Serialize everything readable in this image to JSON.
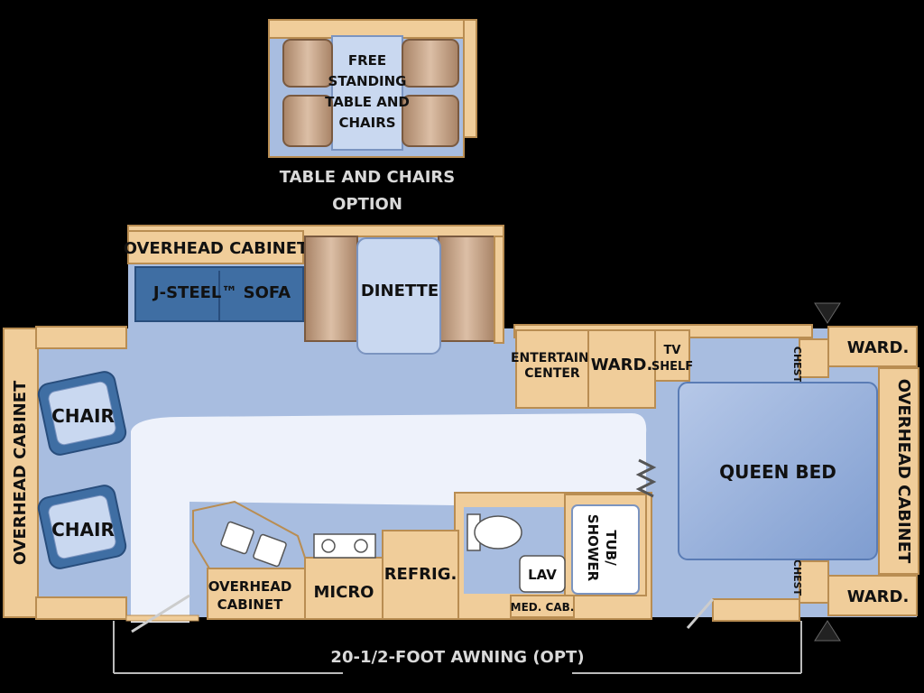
{
  "option": {
    "table_text": [
      "FREE",
      "STANDING",
      "TABLE AND",
      "CHAIRS"
    ],
    "caption": [
      "TABLE AND CHAIRS",
      "OPTION"
    ]
  },
  "labels": {
    "overhead_cabinet_top": "OVERHEAD CABINET",
    "sofa": "J-STEEL™ SOFA",
    "dinette": "DINETTE",
    "overhead_cabinet_left": "OVERHEAD CABINET",
    "chair_top": "CHAIR",
    "chair_bottom": "CHAIR",
    "entertain": [
      "ENTERTAIN.",
      "CENTER"
    ],
    "ward_mid": "WARD.",
    "tv_shelf": [
      "TV",
      "SHELF"
    ],
    "ward_top_right": "WARD.",
    "chest_top": "CHEST",
    "overhead_cabinet_right": "OVERHEAD CABINET",
    "queen_bed": "QUEEN BED",
    "chest_bottom": "CHEST",
    "ward_bottom_right": "WARD.",
    "tub_shower": [
      "TUB/",
      "SHOWER"
    ],
    "lav": "LAV",
    "med_cab": "MED. CAB.",
    "refrig": "REFRIG.",
    "micro": "MICRO",
    "overhead_cabinet_bottom": [
      "OVERHEAD",
      "CABINET"
    ]
  },
  "awning": "20-1/2-FOOT AWNING (OPT)",
  "colors": {
    "floor": "#a8bde0",
    "floor_light": "#eef2fb",
    "cabinet": "#f0cd9a",
    "cabinet_edge": "#b98d52",
    "bed": "#93aedb",
    "cushion": "#3f6ea3",
    "chair": "#c8a78a"
  },
  "icons": [
    "entry-door-icon",
    "triangle-marker-icon",
    "stove-icon",
    "sink-icon",
    "toilet-icon"
  ]
}
